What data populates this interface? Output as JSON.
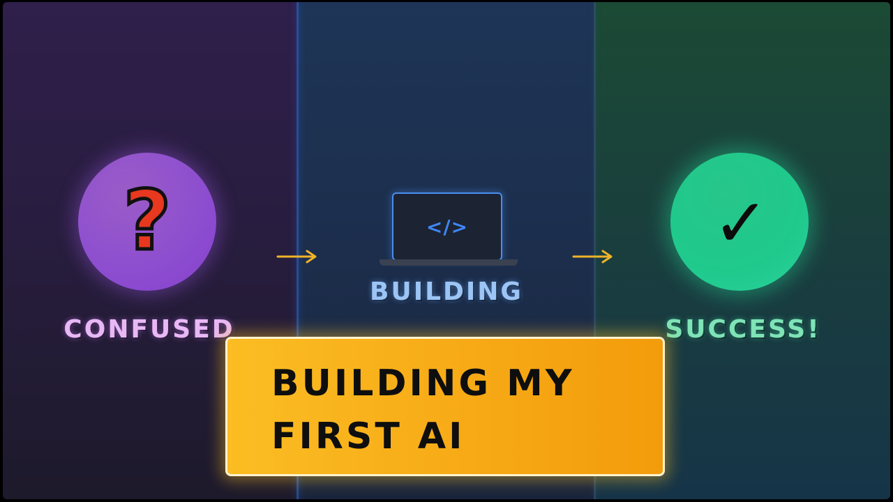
{
  "stages": {
    "confused": {
      "label": "CONFUSED",
      "icon": "question-mark-icon",
      "glyph": "?",
      "color": "#8e4fcf"
    },
    "building": {
      "label": "BUILDING",
      "icon": "laptop-code-icon",
      "glyph": "</>",
      "color": "#4a8ef0"
    },
    "success": {
      "label": "SUCCESS!",
      "icon": "checkmark-icon",
      "glyph": "✓",
      "color": "#22c88c"
    }
  },
  "arrows": {
    "icon": "arrow-right-icon",
    "color": "#f0b429"
  },
  "banner": {
    "line1": "BUILDING MY",
    "line2": "FIRST AI",
    "color": "#fbbd23"
  }
}
